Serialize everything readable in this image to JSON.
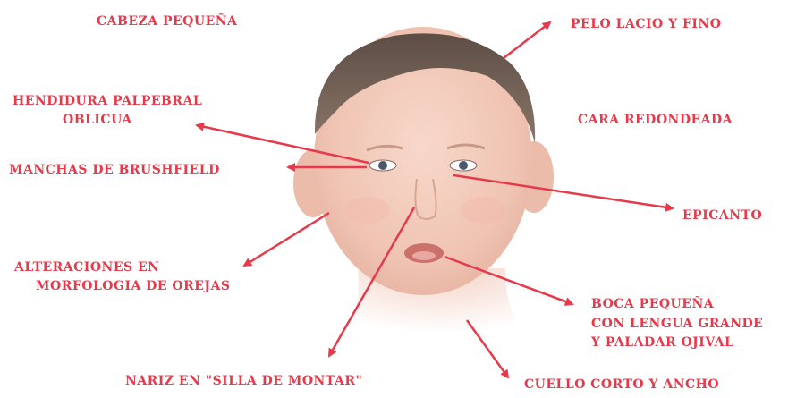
{
  "labels": {
    "cabeza": "CABEZA PEQUEÑA",
    "pelo": "PELO LACIO Y FINO",
    "hendidura_1": "HENDIDURA PALPEBRAL",
    "hendidura_2": "OBLICUA",
    "cara": "CARA REDONDEADA",
    "manchas": "MANCHAS DE BRUSHFIELD",
    "epicanto": "EPICANTO",
    "orejas_1": "ALTERACIONES EN",
    "orejas_2": "MORFOLOGIA DE OREJAS",
    "boca_1": "BOCA PEQUEÑA",
    "boca_2": "CON LENGUA GRANDE",
    "boca_3": "Y PALADAR OJIVAL",
    "nariz": "NARIZ EN \"SILLA DE MONTAR\"",
    "cuello": "CUELLO CORTO Y ANCHO"
  },
  "colors": {
    "label": "#e8394a",
    "arrow": "#e8394a",
    "skin": "#f2c9b8",
    "hair": "#6b5a4f"
  }
}
